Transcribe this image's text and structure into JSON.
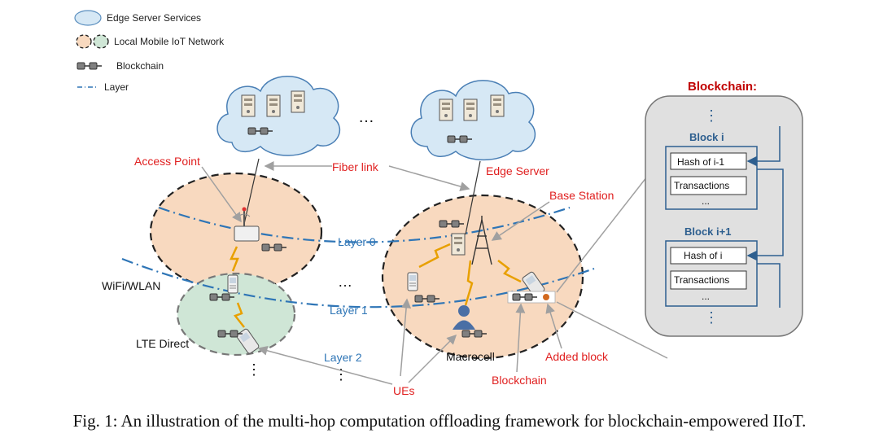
{
  "legend": {
    "edge_services": "Edge Server Services",
    "local_network": "Local Mobile IoT Network",
    "blockchain": "Blockchain",
    "layer": "Layer"
  },
  "labels": {
    "access_point": "Access Point",
    "fiber_link": "Fiber link",
    "edge_server": "Edge Server",
    "base_station": "Base Station",
    "wifi_wlan": "WiFi/WLAN",
    "lte_direct": "LTE Direct",
    "macrocell": "Macrocell",
    "ues": "UEs",
    "blockchain": "Blockchain",
    "added_block": "Added  block",
    "layer0": "Layer 0",
    "layer1": "Layer 1",
    "layer2": "Layer 2",
    "ellipsis": "…",
    "vdots": "⋮"
  },
  "blockchain_panel": {
    "title": "Blockchain:",
    "block_i": "Block i",
    "block_i1": "Block i+1",
    "hash_i_minus_1": "Hash of  i-1",
    "hash_i": "Hash of  i",
    "transactions": "Transactions",
    "more": "..."
  },
  "colors": {
    "label_red": "#e02020",
    "layer_blue": "#2e75b6",
    "cloud_fill": "#d6e8f5",
    "cell_orange": "#f8d9bf",
    "cell_green": "#cfe6d6",
    "panel_gray": "#e0e0e0"
  },
  "caption": "Fig. 1: An illustration of the multi-hop computation offloading framework for blockchain-empowered IIoT."
}
